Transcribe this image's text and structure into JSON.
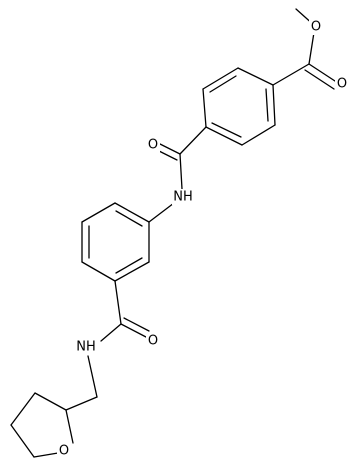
{
  "molecule": {
    "atom_labels": {
      "o_ester_carbonyl": "O",
      "o_ester_ether": "O",
      "o_amide1": "O",
      "nh_amide1": "NH",
      "o_amide2": "O",
      "nh_amide2": "NH",
      "o_thf": "O"
    },
    "colors": {
      "bond": "#000000",
      "label": "#000000",
      "background": "#ffffff"
    }
  }
}
